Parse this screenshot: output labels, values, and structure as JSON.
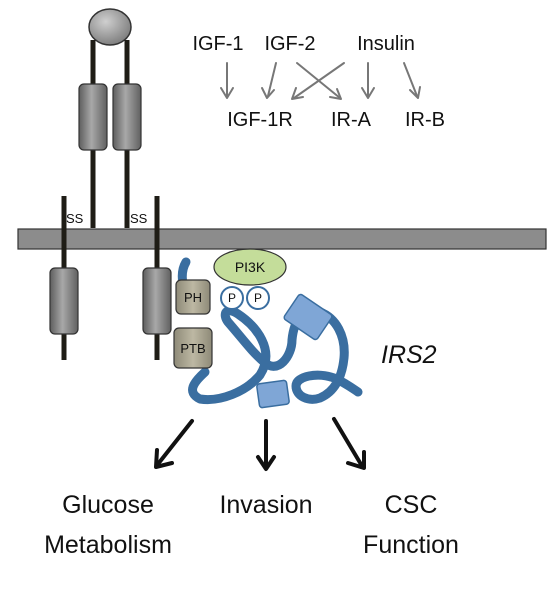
{
  "ligands": {
    "igf1": "IGF-1",
    "igf2": "IGF-2",
    "insulin": "Insulin"
  },
  "receptors": {
    "igf1r": "IGF-1R",
    "ira": "IR-A",
    "irb": "IR-B"
  },
  "disulfide_labels": [
    "SS",
    "SS"
  ],
  "domains": {
    "ph": "PH",
    "ptb": "PTB",
    "pi3k": "PI3K",
    "phospho": [
      "P",
      "P"
    ]
  },
  "adaptor_label": "IRS2",
  "outcomes": [
    {
      "line1": "Glucose",
      "line2": "Metabolism"
    },
    {
      "line1": "Invasion",
      "line2": ""
    },
    {
      "line1": "CSC",
      "line2": "Function"
    }
  ],
  "colors": {
    "membrane": "#8c8c8c",
    "receptor_segment": "#8a8a8a",
    "receptor_stalk": "#1f1d16",
    "irs2_backbone": "#3a6ea0",
    "irs2_box": "#7fa6d6",
    "domain_box": "#aaa590",
    "pi3k": "#c4dd9a",
    "phospho_fill": "#ffffff",
    "phospho_stroke": "#3a6ea0",
    "arrow_gray": "#777777",
    "arrow_black": "#111111"
  }
}
